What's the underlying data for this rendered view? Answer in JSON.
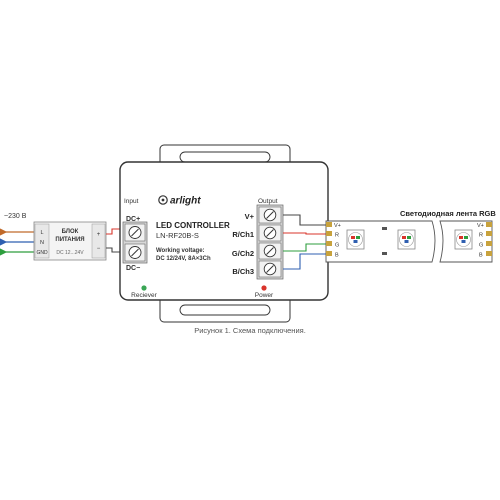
{
  "mains": {
    "voltage_label": "~230 В"
  },
  "power_supply": {
    "title_line1": "БЛОК",
    "title_line2": "ПИТАНИЯ",
    "rating": "DC 12...24V",
    "terminals": [
      "L",
      "N",
      "GND"
    ],
    "outputs": [
      "+",
      "−"
    ]
  },
  "controller": {
    "brand": "arlight",
    "title": "LED CONTROLLER",
    "model": "LN-RF20B-S",
    "voltage_line1": "Working voltage:",
    "voltage_line2": "DC 12/24V, 8A×3Ch",
    "input_label": "Input",
    "output_label": "Output",
    "dc_plus": "DC+",
    "dc_minus": "DC−",
    "channels": [
      "V+",
      "R/Ch1",
      "G/Ch2",
      "B/Ch3"
    ],
    "receiver_label": "Reciever",
    "power_label": "Power"
  },
  "strip": {
    "title": "Светодиодная лента RGB",
    "pins": [
      "V+",
      "R",
      "G",
      "B"
    ]
  },
  "colors": {
    "red_wire": "#d9342b",
    "green_wire": "#2e9e3e",
    "blue_wire": "#2f5fb0",
    "dark_wire": "#444444",
    "strip_pad": "#c8a23c",
    "receiver_led": "#3aa655",
    "power_led": "#d9342b"
  },
  "caption": "Рисунок 1. Схема подключения."
}
